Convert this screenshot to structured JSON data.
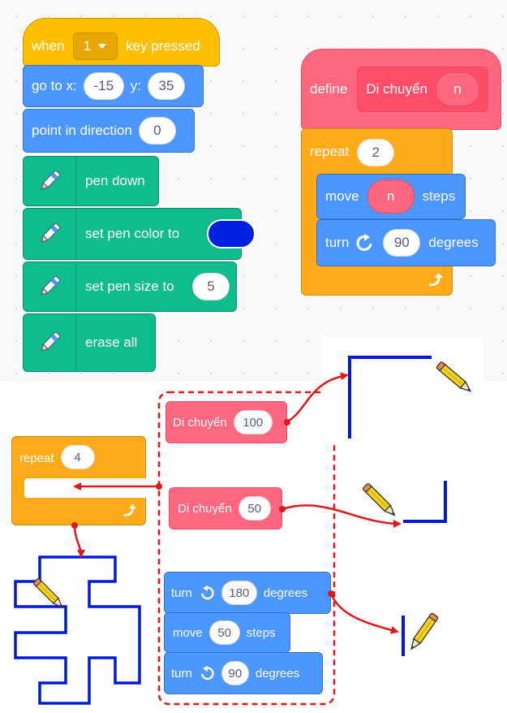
{
  "top_script": {
    "hat": {
      "when": "when",
      "key": "1",
      "key_pressed": "key pressed"
    },
    "goto": {
      "label": "go to x:",
      "x": "-15",
      "y_label": "y:",
      "y": "35"
    },
    "point": {
      "label": "point in direction",
      "value": "0"
    },
    "pen_down": "pen down",
    "pen_color": "set pen color to",
    "pen_color_value": "#0020e0",
    "pen_size": {
      "label": "set pen size to",
      "value": "5"
    },
    "erase_all": "erase all"
  },
  "define_script": {
    "define": "define",
    "proc_name": "Di chuyển",
    "param": "n",
    "repeat": {
      "label": "repeat",
      "value": "2"
    },
    "move": {
      "label": "move",
      "param": "n",
      "steps": "steps"
    },
    "turn": {
      "label": "turn",
      "value": "90",
      "degrees": "degrees"
    }
  },
  "bottom": {
    "repeat": {
      "label": "repeat",
      "value": "4"
    },
    "call1": {
      "name": "Di chuyển",
      "value": "100"
    },
    "call2": {
      "name": "Di chuyển",
      "value": "50"
    },
    "turn1": {
      "label": "turn",
      "value": "180",
      "degrees": "degrees"
    },
    "move": {
      "label": "move",
      "value": "50",
      "steps": "steps"
    },
    "turn2": {
      "label": "turn",
      "value": "90",
      "degrees": "degrees"
    }
  },
  "colors": {
    "events": "#ffbf00",
    "motion": "#4c97ff",
    "pen": "#0fbd8c",
    "control": "#ffab19",
    "my_blocks": "#ff6680",
    "pen_line": "#0018d8",
    "arrow": "#e0181a"
  },
  "icons": [
    "pen-extension-icon",
    "dropdown-arrow-icon",
    "rotate-right-icon",
    "rotate-left-icon",
    "loop-arrow-icon",
    "pencil-icon"
  ]
}
